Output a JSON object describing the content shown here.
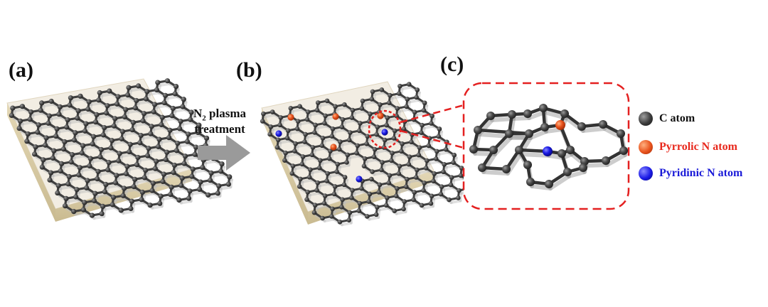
{
  "panels": {
    "a": "(a)",
    "b": "(b)",
    "c": "(c)"
  },
  "arrow": {
    "line1_prefix": "N",
    "line1_sub": "2",
    "line1_suffix": " plasma",
    "line2": "treatment"
  },
  "legend": [
    {
      "label": "C atom",
      "color": "#3a3a3a",
      "text_color": "#111111"
    },
    {
      "label": "Pyrrolic N atom",
      "color": "#e8521c",
      "text_color": "#e8281c"
    },
    {
      "label": "Pyridinic N atom",
      "color": "#1414e0",
      "text_color": "#1a1ad8"
    }
  ],
  "colors": {
    "substrate_top": "#f1ece2",
    "substrate_side": "#d9cda8",
    "carbon": "#3d3d3d",
    "pyrrolic": "#e8521c",
    "pyridinic": "#1414e0",
    "highlight": "#e42020",
    "arrow": "#9a9a9a"
  }
}
